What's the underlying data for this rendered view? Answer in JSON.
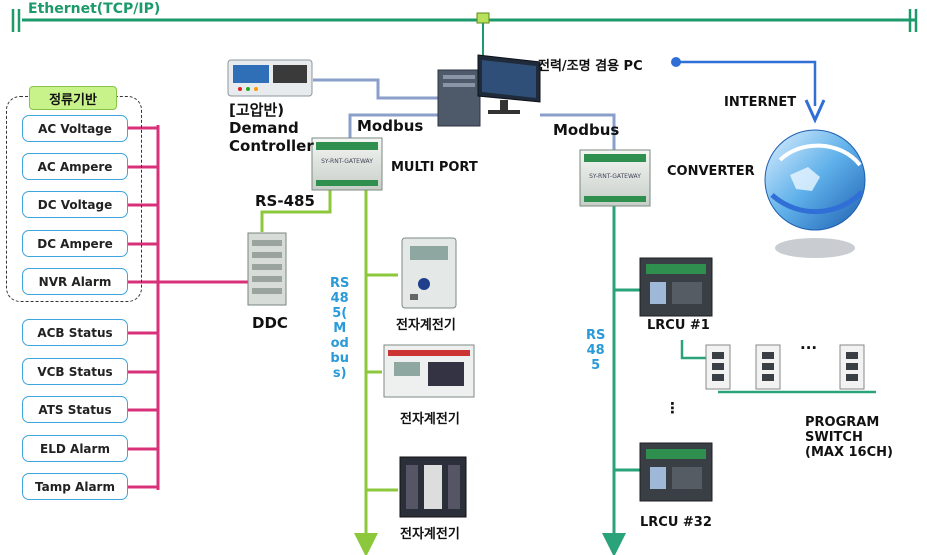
{
  "ethernet_label": "Ethernet(TCP/IP)",
  "pc_label": "전력/조명 겸용 PC",
  "internet_label": "INTERNET",
  "demand_controller_label": [
    "[고압반)",
    "Demand",
    "Controller"
  ],
  "multiport_label": "MULTI PORT",
  "converter_label": "CONVERTER",
  "modbus_left": "Modbus",
  "modbus_right": "Modbus",
  "rs485_label": "RS-485",
  "ddc_label": "DDC",
  "rs485_modbus_vertical": "RS\n48\n5(\nM\nod\nbu\ns)",
  "rs485_vertical_right": "RS\n48\n5",
  "meter_label_1": "전자계전기",
  "meter_label_2": "전자계전기",
  "meter_label_3": "전자계전기",
  "lrcu_first": "LRCU #1",
  "lrcu_last": "LRCU #32",
  "ellipsis_h": "···",
  "ellipsis_v": "⋮",
  "program_switch_label": [
    "PROGRAM",
    "SWITCH",
    "(MAX 16CH)"
  ],
  "group_title": "정류기반",
  "signals_grouped": [
    "AC Voltage",
    "AC Ampere",
    "DC Voltage",
    "DC Ampere",
    "NVR Alarm"
  ],
  "signals_other": [
    "ACB Status",
    "VCB Status",
    "ATS Status",
    "ELD Alarm",
    "Tamp Alarm"
  ],
  "colors": {
    "ethernet": "#1d9a6c",
    "modbus_line": "#8a9fc9",
    "rs485_green": "#8cc83c",
    "signal_magenta": "#d9307a",
    "teal": "#2aa37a",
    "label_blue": "#2a9ad8",
    "internet_arrow": "#2f6fd6"
  }
}
